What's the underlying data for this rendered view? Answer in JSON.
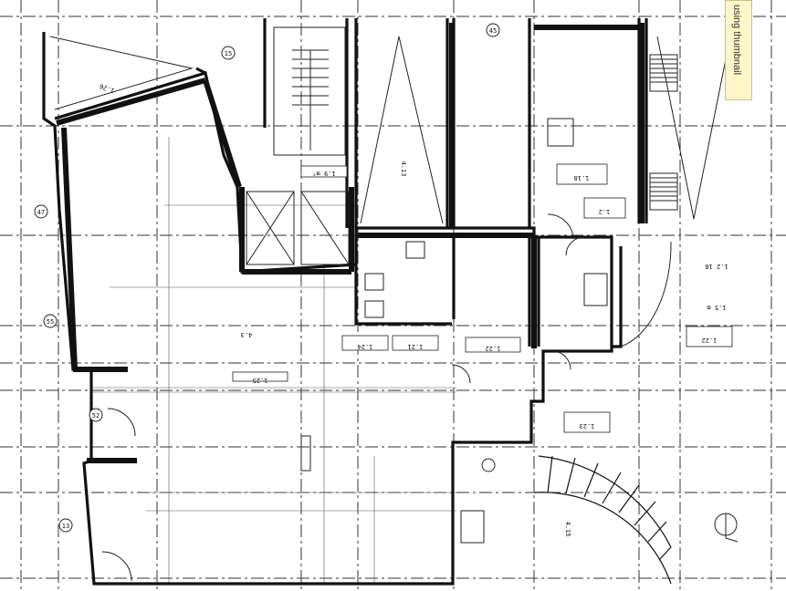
{
  "banner": {
    "text": "using thumbnail"
  },
  "plan": {
    "colors": {
      "ink": "#1a1a1a",
      "wall": "#111111",
      "grid": "#333333",
      "paper": "#ffffff",
      "note": "#fdf6c6"
    },
    "grid_marks": {
      "g1": "47",
      "g2": "55",
      "g3": "52",
      "g4": "15",
      "g5": "13",
      "g6": "45"
    },
    "labels": {
      "r1": "1.9 m²",
      "r2": "4.13",
      "r3": "4.3",
      "r4": "1.25",
      "r5": "1.24",
      "r6": "1.21",
      "r7": "1.22",
      "r8": "1.2",
      "r9": "1.23",
      "r10": "1.22",
      "r11": "1.18",
      "r12": "1.2 18",
      "r13": "1.26",
      "r14": "4.15",
      "r15": "1.5 m"
    }
  }
}
